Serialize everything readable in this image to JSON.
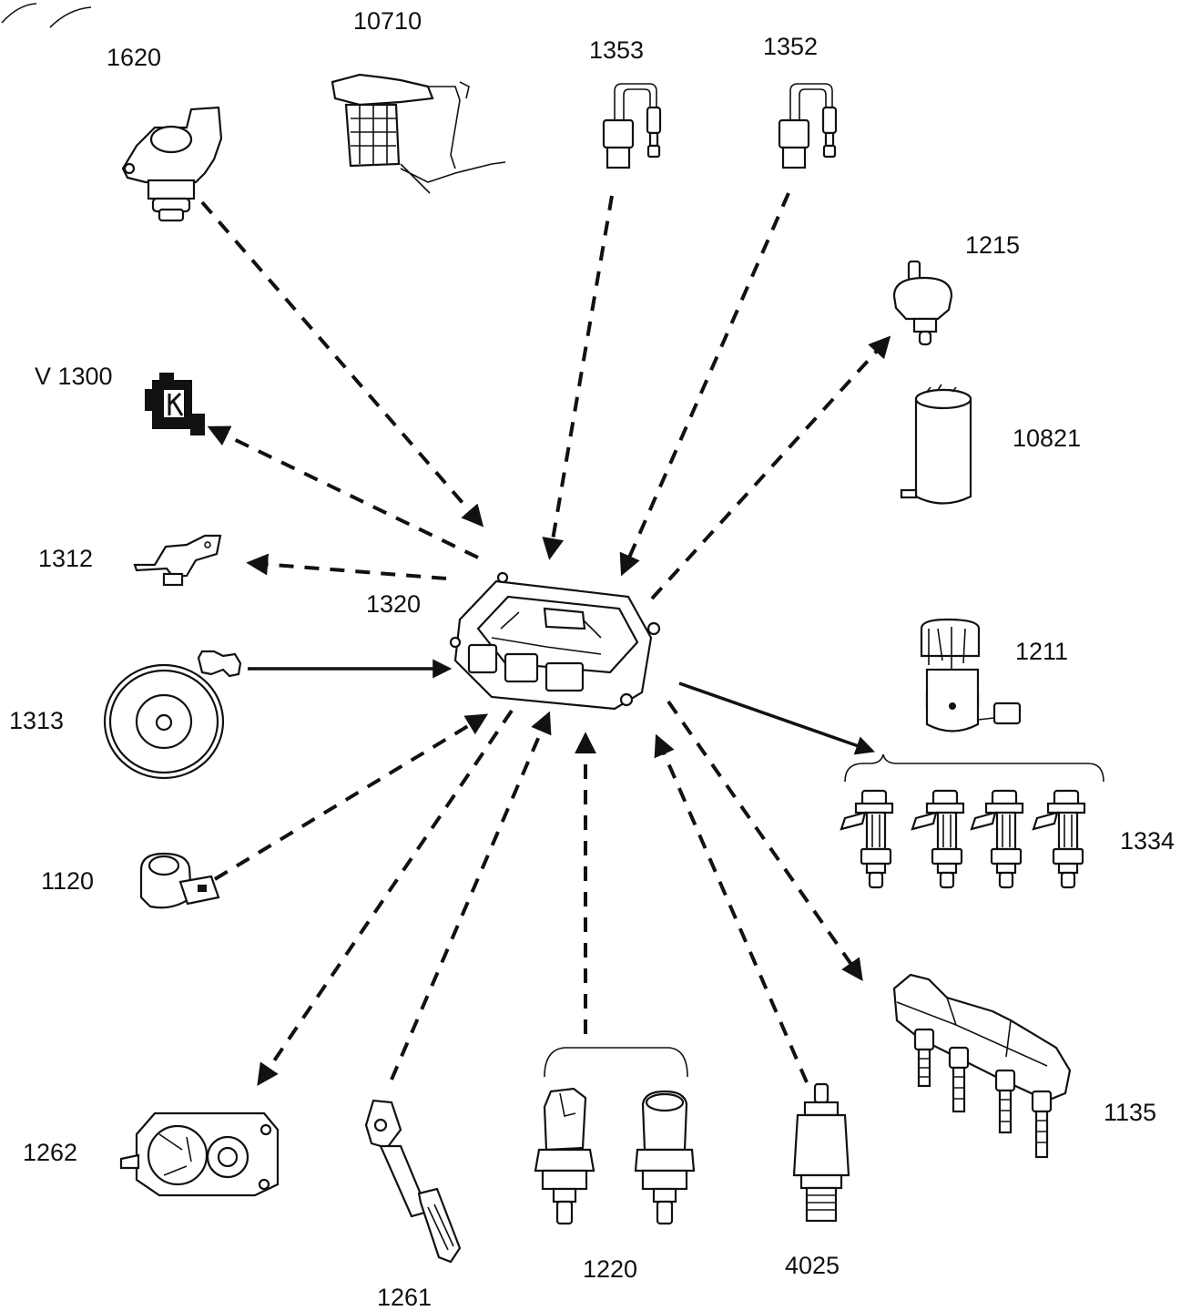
{
  "labels": {
    "c1620": "1620",
    "c10710": "10710",
    "c1353": "1353",
    "c1352": "1352",
    "c1215": "1215",
    "c10821": "10821",
    "cV1300": "V 1300",
    "c1312": "1312",
    "c1320": "1320",
    "c1313": "1313",
    "c1211": "1211",
    "c1120": "1120",
    "c1334": "1334",
    "c1262": "1262",
    "c1261": "1261",
    "c1220": "1220",
    "c4025": "4025",
    "c1135": "1135"
  },
  "icons": {
    "ecu": "ecu-icon",
    "v1300": "engine-warning-icon"
  },
  "colors": {
    "ink": "#111111",
    "background": "#ffffff"
  }
}
